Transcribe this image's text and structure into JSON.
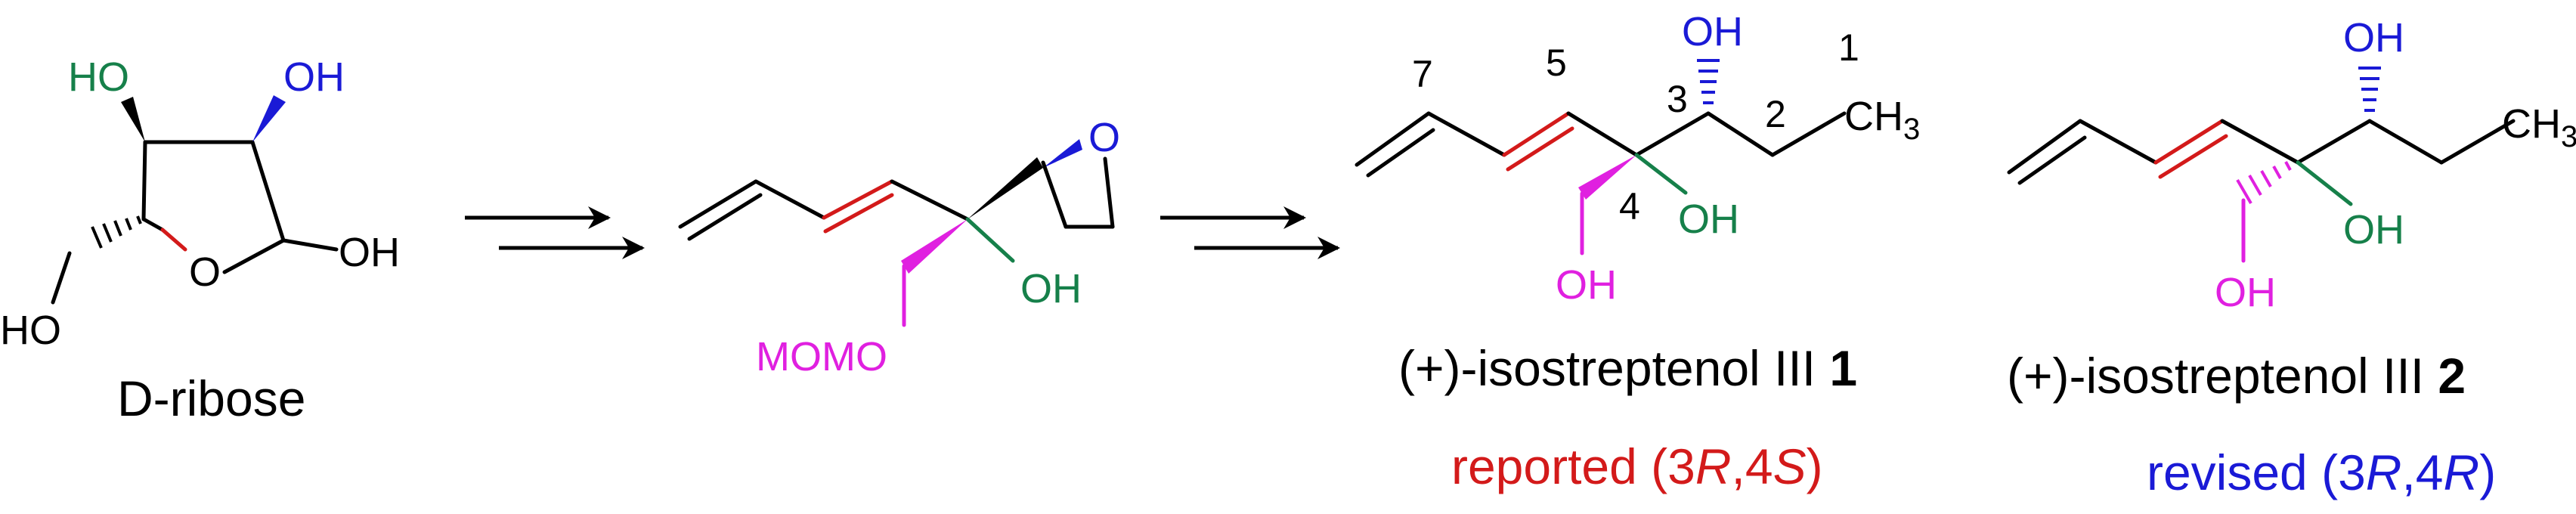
{
  "colors": {
    "black": "#000000",
    "green": "#16804a",
    "blue": "#1a1ad6",
    "red": "#d31a1a",
    "magenta": "#e020e0"
  },
  "ribose": {
    "name": "D-ribose",
    "oh_top_left": "HO",
    "oh_top_right": "OH",
    "oh_right": "OH",
    "ring_o": "O",
    "ch2oh": "HO"
  },
  "intermediate": {
    "epoxide_o": "O",
    "oh": "OH",
    "momo": "MOMO"
  },
  "product1": {
    "oh_top": "OH",
    "ch3": "CH",
    "ch3_sub": "3",
    "oh_c4": "OH",
    "oh_ch2": "OH",
    "locants": [
      "1",
      "2",
      "3",
      "4",
      "5",
      "7"
    ],
    "name_prefix": "(+)-isostreptenol III ",
    "name_number": "1",
    "status": "reported",
    "config_open": "(3",
    "config_r": "R",
    "config_mid": ",4",
    "config_s": "S",
    "config_close": ")"
  },
  "product2": {
    "oh_top": "OH",
    "ch3": "CH",
    "ch3_sub": "3",
    "oh_c4": "OH",
    "oh_ch2": "OH",
    "name_prefix": "(+)-isostreptenol III ",
    "name_number": "2",
    "status": "revised",
    "config_open": "(3",
    "config_r": "R",
    "config_mid": ",4",
    "config_r2": "R",
    "config_close": ")"
  }
}
